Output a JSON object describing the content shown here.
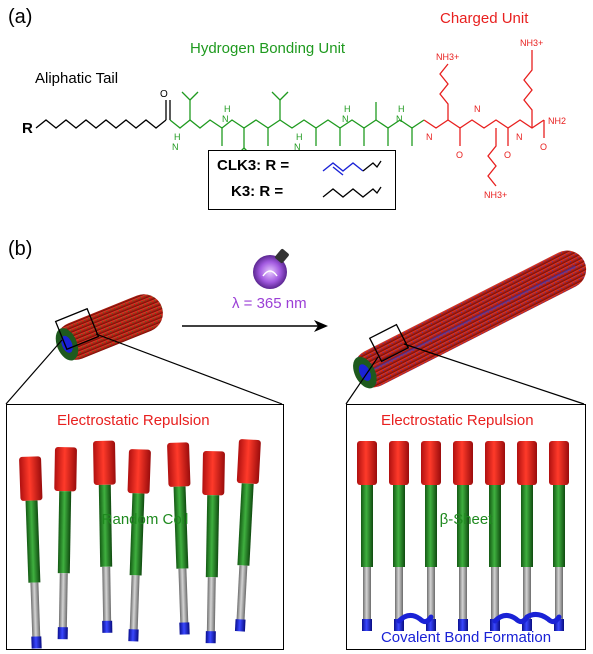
{
  "panel_a": {
    "label": "(a)",
    "aliphatic_tail": "Aliphatic Tail",
    "hydrogen_bonding_unit": "Hydrogen Bonding Unit",
    "charged_unit": "Charged Unit",
    "r_group": "R",
    "nh3_label": "NH3+",
    "nh2_label": "NH2",
    "formula_cl": "CLK3: R =",
    "formula_k3": "K3: R =",
    "colors": {
      "green": "#1f9a1f",
      "red": "#e8201f",
      "blue": "#1a22d6"
    }
  },
  "panel_b": {
    "label": "(b)",
    "wavelength": "λ = 365 nm",
    "left_inset": {
      "title": "Electrostatic Repulsion",
      "middle_label": "Random Coil"
    },
    "right_inset": {
      "title": "Electrostatic Repulsion",
      "middle_label": "β-Sheet",
      "bottom_label": "Covalent Bond Formation"
    }
  }
}
